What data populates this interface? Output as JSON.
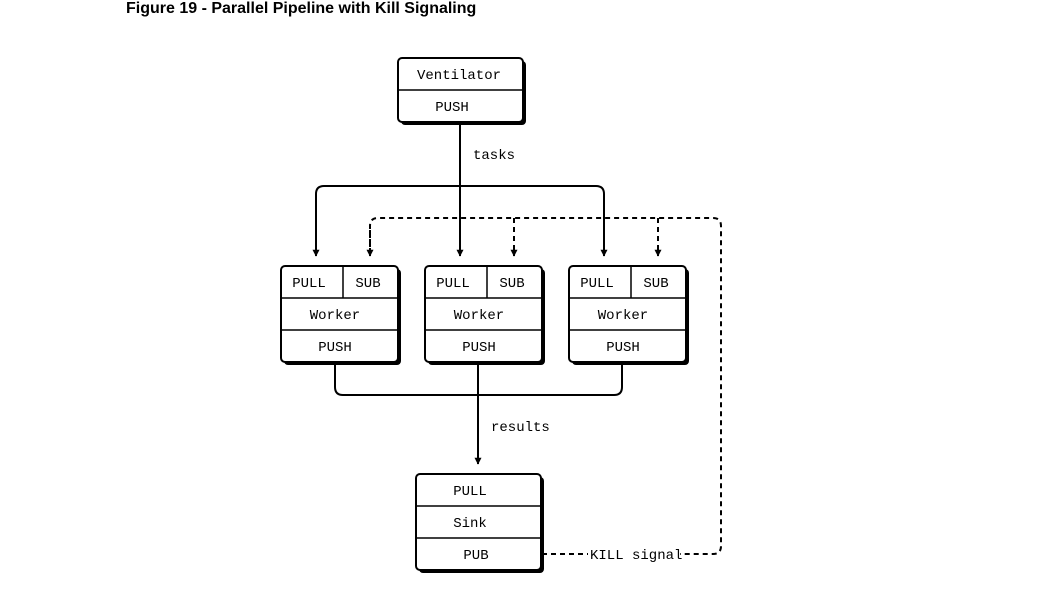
{
  "figure": {
    "title": "Figure 19 - Parallel Pipeline with Kill Signaling"
  },
  "ventilator": {
    "name": "Ventilator",
    "socket": "PUSH"
  },
  "workers": [
    {
      "pull": "PULL",
      "sub": "SUB",
      "name": "Worker",
      "push": "PUSH"
    },
    {
      "pull": "PULL",
      "sub": "SUB",
      "name": "Worker",
      "push": "PUSH"
    },
    {
      "pull": "PULL",
      "sub": "SUB",
      "name": "Worker",
      "push": "PUSH"
    }
  ],
  "sink": {
    "pull": "PULL",
    "name": "Sink",
    "pub": "PUB"
  },
  "edges": {
    "tasks_label": "tasks",
    "results_label": "results",
    "kill_label": "KILL signal"
  },
  "colors": {
    "stroke": "#000000",
    "background": "#ffffff"
  }
}
